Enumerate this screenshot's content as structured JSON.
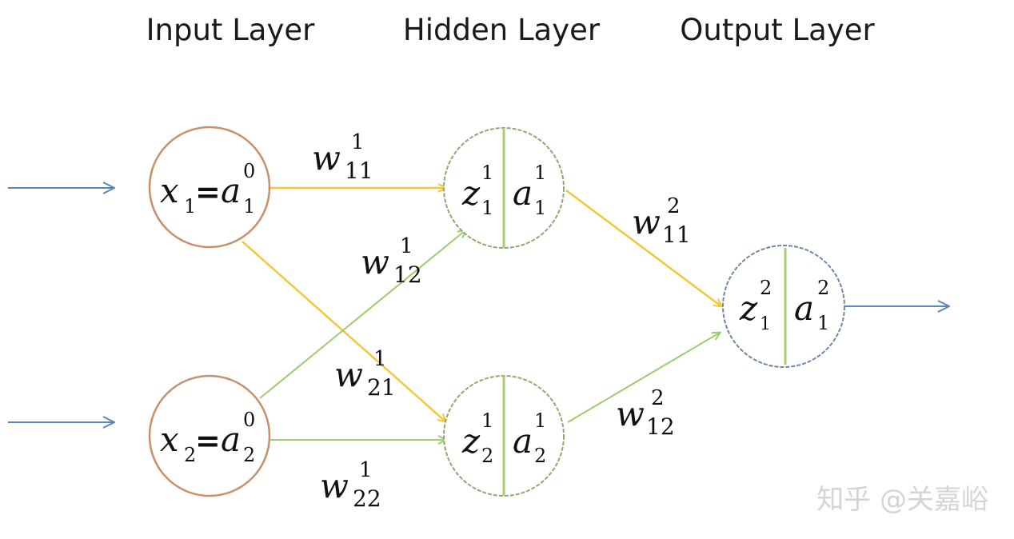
{
  "layers": {
    "input_title": "Input Layer",
    "hidden_title": "Hidden Layer",
    "output_title": "Output Layer"
  },
  "nodes": {
    "x1": {
      "var": "x",
      "var_sub": "1",
      "eq": "=",
      "act": "a",
      "act_sup": "0",
      "act_sub": "1"
    },
    "x2": {
      "var": "x",
      "var_sub": "2",
      "eq": "=",
      "act": "a",
      "act_sup": "0",
      "act_sub": "2"
    },
    "h1": {
      "z": "z",
      "z_sup": "1",
      "z_sub": "1",
      "a": "a",
      "a_sup": "1",
      "a_sub": "1"
    },
    "h2": {
      "z": "z",
      "z_sup": "1",
      "z_sub": "2",
      "a": "a",
      "a_sup": "1",
      "a_sub": "2"
    },
    "o1": {
      "z": "z",
      "z_sup": "2",
      "z_sub": "1",
      "a": "a",
      "a_sup": "2",
      "a_sub": "1"
    }
  },
  "weights": {
    "w11_1": {
      "base": "w",
      "sup": "1",
      "sub": "11"
    },
    "w12_1": {
      "base": "w",
      "sup": "1",
      "sub": "12"
    },
    "w21_1": {
      "base": "w",
      "sup": "1",
      "sub": "21"
    },
    "w22_1": {
      "base": "w",
      "sup": "1",
      "sub": "22"
    },
    "w11_2": {
      "base": "w",
      "sup": "2",
      "sub": "11"
    },
    "w12_2": {
      "base": "w",
      "sup": "2",
      "sub": "12"
    }
  },
  "watermark": "知乎 @关嘉峪",
  "colors": {
    "input_node": "#c8906a",
    "hidden_node": "#90a870",
    "output_node": "#7088a8",
    "divider": "#a8cc70",
    "yellow_edge": "#f0c838",
    "green_edge": "#9ccc6c",
    "blue_arrow": "#5a86bc"
  }
}
